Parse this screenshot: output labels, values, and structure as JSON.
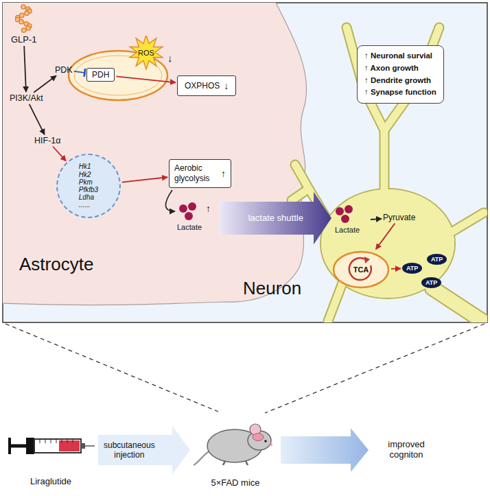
{
  "diagram": {
    "nodes": [
      {
        "text": [
          "Astrocyte"
        ]
      },
      {
        "text": [
          "GLP-1"
        ],
        "in": 0
      },
      {
        "text": [
          "PI3K/Akt"
        ],
        "in": 0
      },
      {
        "text": [
          "PDK"
        ],
        "in": 0
      },
      {
        "text": [
          "HIF-1α"
        ],
        "in": 0
      },
      {
        "text": [
          "PDH"
        ],
        "in": 0
      },
      {
        "text": [
          "ROS"
        ],
        "in": 0
      },
      {
        "text": [
          "OXPHOS",
          "↓"
        ],
        "in": 0
      },
      {
        "text": [
          "Hk1 Hk2 Pkm Pfkfb3 Ldha ......"
        ],
        "in": 0
      },
      {
        "text": [
          "Aerobic glycolysis",
          "↑"
        ],
        "in": 0
      },
      {
        "text": [
          "Lactate",
          "↑"
        ],
        "in": 0
      },
      {
        "text": [
          "Neuron"
        ]
      },
      {
        "text": [
          "Lactate"
        ],
        "in": 11
      },
      {
        "text": [
          "Pyruvate"
        ],
        "in": 11
      },
      {
        "text": [
          "TCA"
        ],
        "in": 11
      },
      {
        "text": [
          "ATP"
        ],
        "in": 11
      },
      {
        "text": [
          "ATP"
        ],
        "in": 11
      },
      {
        "text": [
          "ATP"
        ],
        "in": 11
      },
      {
        "text": [
          "↑ Neuronal survial",
          "↑ Axon growth",
          "↑ Dendrite growth",
          "↑ Synapse function"
        ]
      },
      {
        "text": [
          "Liraglutide"
        ]
      },
      {
        "text": [
          "5×FAD mice"
        ]
      },
      {
        "text": [
          "improved cogniton"
        ]
      }
    ],
    "edges": [
      {
        "from": 1,
        "to": 2,
        "arrow": "to"
      },
      {
        "from": 2,
        "to": 3,
        "arrow": "to"
      },
      {
        "from": 2,
        "to": 4,
        "arrow": "to"
      },
      {
        "from": 3,
        "to": 5,
        "arrow": "to"
      },
      {
        "from": 5,
        "to": 7,
        "arrow": "to"
      },
      {
        "from": 4,
        "to": 8,
        "arrow": "to"
      },
      {
        "from": 8,
        "to": 9,
        "arrow": "to"
      },
      {
        "from": 9,
        "to": 10,
        "arrow": "to"
      },
      {
        "from": 10,
        "to": 12,
        "label": "lactate shuttle",
        "arrow": "to"
      },
      {
        "from": 12,
        "to": 13,
        "arrow": "to"
      },
      {
        "from": 13,
        "to": 14,
        "arrow": "to"
      },
      {
        "from": 14,
        "to": 15,
        "arrow": "to"
      },
      {
        "from": 19,
        "to": 20,
        "label": "subcutaneous injection",
        "arrow": "to"
      },
      {
        "from": 20,
        "to": 21,
        "arrow": "to"
      }
    ],
    "labels": [
      "↓"
    ]
  }
}
